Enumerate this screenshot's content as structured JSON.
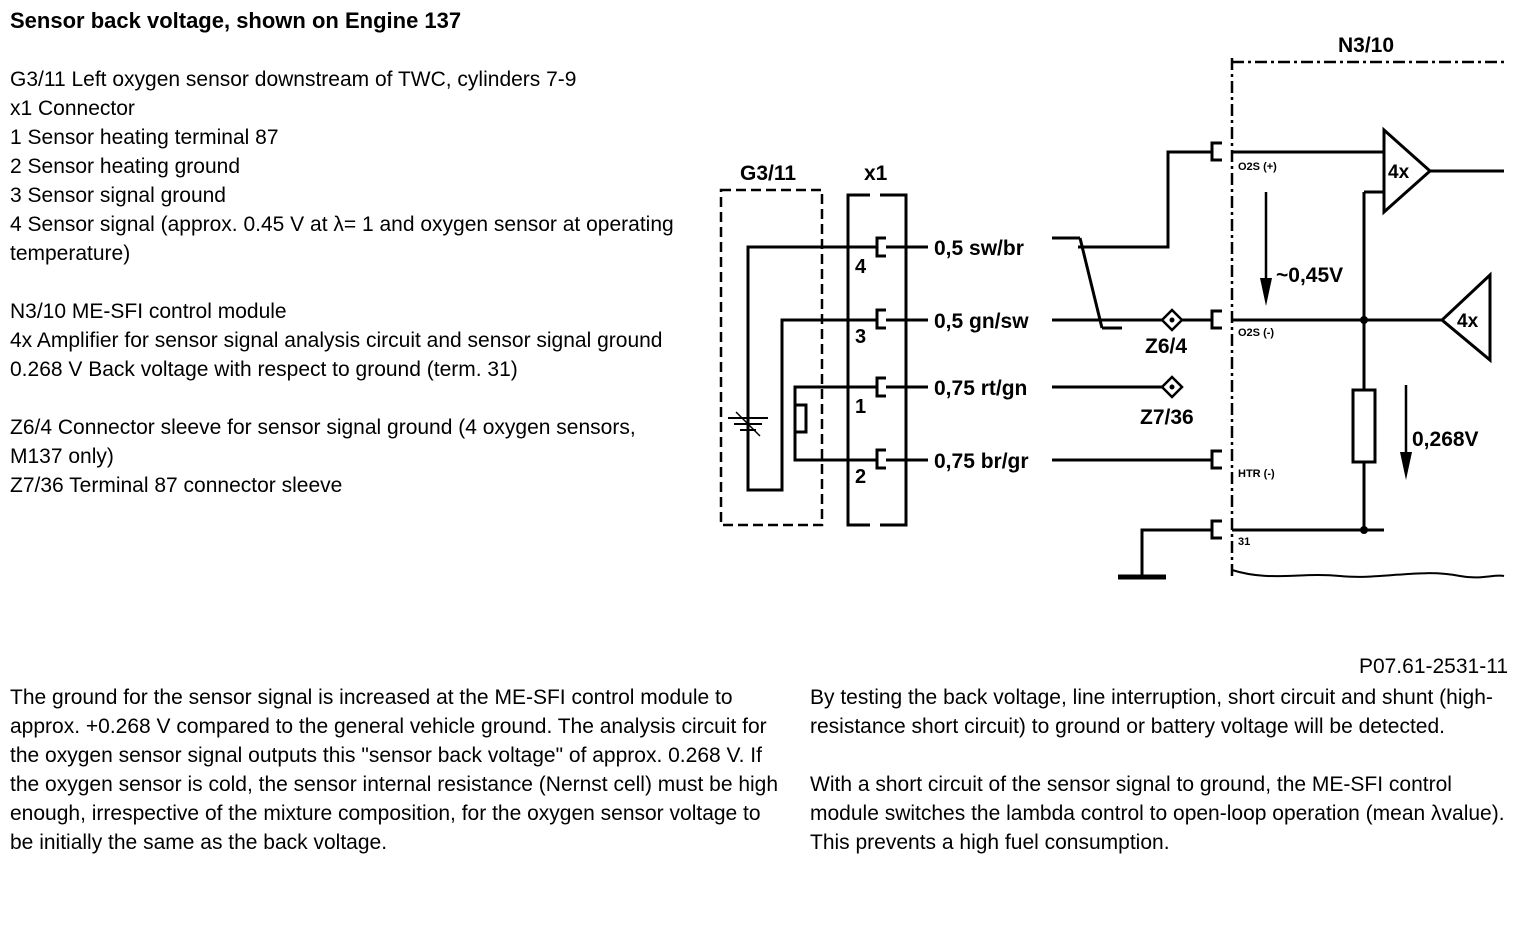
{
  "title": "Sensor back voltage, shown on Engine 137",
  "legend": {
    "block1": [
      "G3/11 Left oxygen sensor downstream of TWC, cylinders 7-9",
      "x1 Connector",
      "1 Sensor heating terminal 87",
      "2 Sensor heating ground",
      "3 Sensor signal ground",
      "4 Sensor signal (approx. 0.45 V at λ= 1 and oxygen sensor at operating temperature)"
    ],
    "block2": [
      "N3/10 ME-SFI control module",
      "4x Amplifier for sensor signal analysis circuit and sensor signal ground",
      "0.268 V Back voltage with respect to ground (term. 31)"
    ],
    "block3": [
      "Z6/4 Connector sleeve for sensor signal ground (4 oxygen sensors, M137 only)",
      "Z7/36 Terminal 87 connector sleeve"
    ]
  },
  "diagram": {
    "components": {
      "sensor": "G3/11",
      "connector": "x1",
      "module": "N3/10",
      "sleeve1": "Z6/4",
      "sleeve2": "Z7/36"
    },
    "pins": [
      "4",
      "3",
      "1",
      "2"
    ],
    "wires": [
      "0,5 sw/br",
      "0,5 gn/sw",
      "0,75 rt/gn",
      "0,75 br/gr"
    ],
    "module_terminals": [
      "O2S (+)",
      "O2S (-)",
      "HTR (-)",
      "31"
    ],
    "amplifier_label": "4x",
    "voltages": [
      "~0,45V",
      "0,268V"
    ]
  },
  "reference": "P07.61-2531-11",
  "paragraph_left": "The ground for the sensor signal is increased at the ME-SFI control module to approx. +0.268 V compared to the general vehicle ground. The analysis circuit for the oxygen sensor signal outputs this \"sensor back voltage\" of approx. 0.268 V. If the oxygen sensor is cold, the sensor internal resistance (Nernst cell) must be high enough, irrespective of the mixture composition, for the oxygen sensor voltage to be initially the same as the back voltage.",
  "paragraph_right": [
    "By testing the back voltage, line interruption, short circuit and shunt (high-resistance short circuit) to ground or battery voltage will be detected.",
    "With a short circuit of the sensor signal to ground, the ME-SFI control module switches the lambda control to open-loop operation (mean λvalue). This prevents a high fuel consumption."
  ]
}
